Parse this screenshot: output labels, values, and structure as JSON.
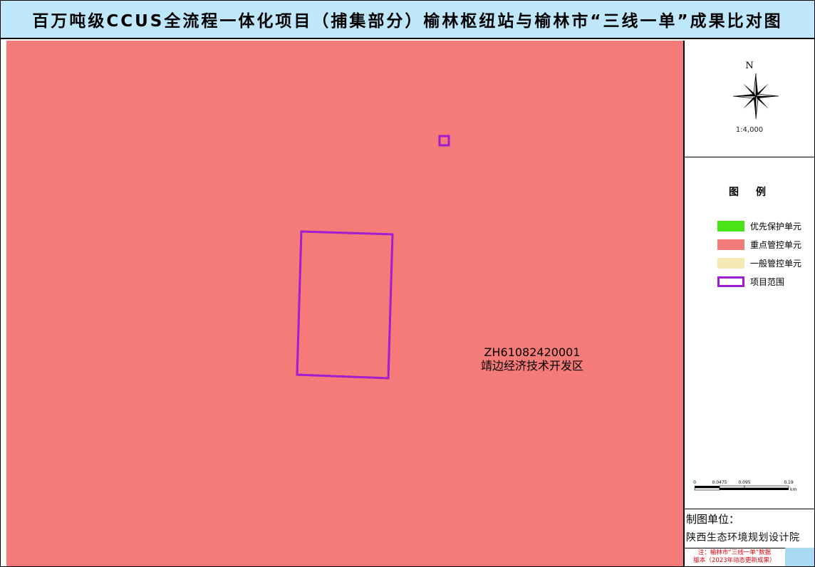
{
  "title": "百万吨级CCUS全流程一体化项目（捕集部分）榆林枢纽站与榆林市“三线一单”成果比对图",
  "map": {
    "zone_code": "ZH61082420001",
    "zone_name": "靖边经济技术开发区",
    "background_color": "#f47b77",
    "boundary_color": "#a21dcf"
  },
  "north_arrow": {
    "letter": "N",
    "icon": "compass-rose-icon"
  },
  "scale": {
    "ratio": "1:4,000",
    "ticks": [
      "0",
      "0.0475",
      "0.095",
      "0.19"
    ],
    "unit": "km"
  },
  "legend": {
    "title": "图例",
    "items": [
      {
        "label": "优先保护单元",
        "color": "#49e415",
        "style": "fill"
      },
      {
        "label": "重点管控单元",
        "color": "#f47b77",
        "style": "fill"
      },
      {
        "label": "一般管控单元",
        "color": "#f6e8b4",
        "style": "fill"
      },
      {
        "label": "项目范围",
        "color": "#a21dcf",
        "style": "outline"
      }
    ]
  },
  "producer": {
    "heading": "制图单位：",
    "name": "陕西生态环境规划设计院"
  },
  "note": {
    "line1": "注：榆林市“三线一单”数据",
    "line2": "版本（2023年动态更新成果）",
    "color": "#e0000b"
  }
}
